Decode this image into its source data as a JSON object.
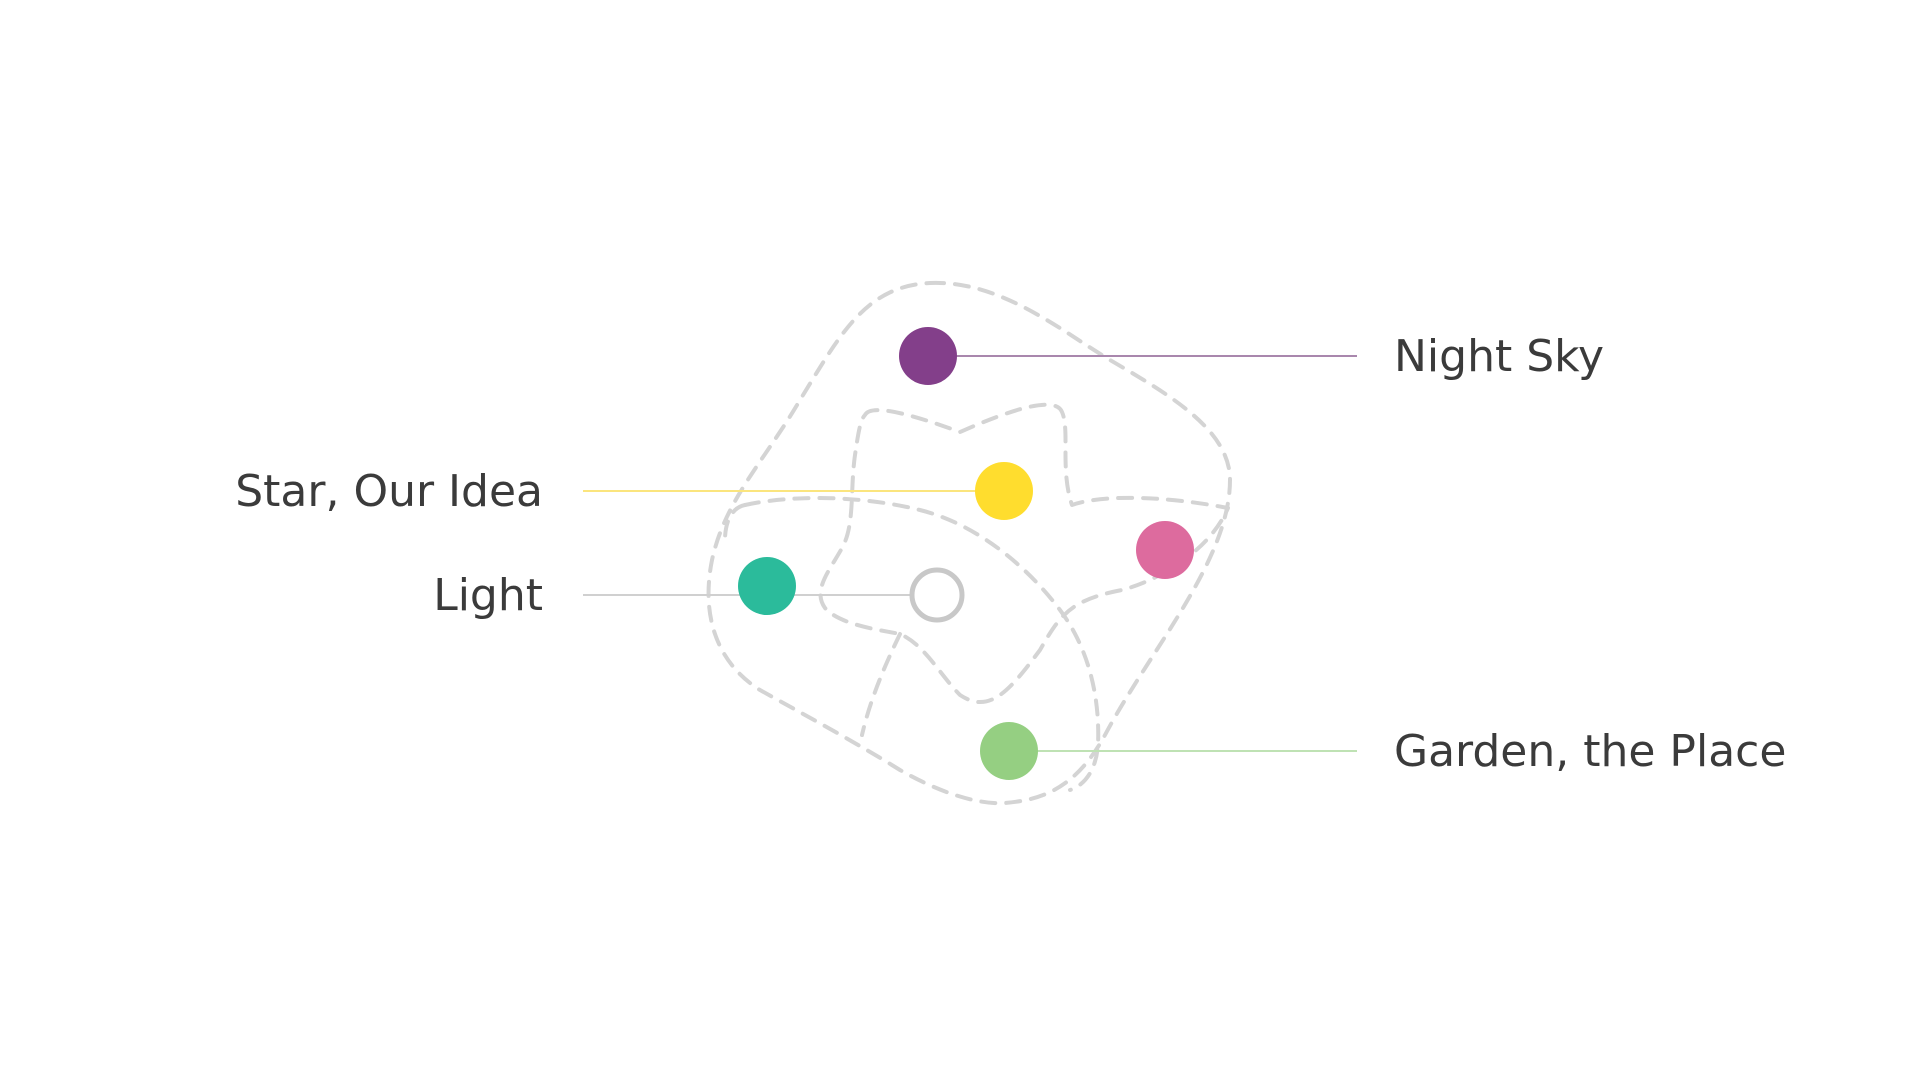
{
  "labels": {
    "night_sky": "Night Sky",
    "star": "Star, Our Idea",
    "light": "Light",
    "garden": "Garden, the Place"
  },
  "colors": {
    "night_sky": "#833f8a",
    "star": "#ffdd2e",
    "pink": "#dd6b9e",
    "light": "#2bbb9b",
    "garden": "#95cf82",
    "center_ring": "#c8c8c8",
    "dashed_outline": "#d4d4d4",
    "light_leader": "#d0d0d0",
    "star_leader": "#fbe57e",
    "night_leader": "#a987ad",
    "garden_leader": "#bfe2b4",
    "text": "#3b3b3b"
  }
}
